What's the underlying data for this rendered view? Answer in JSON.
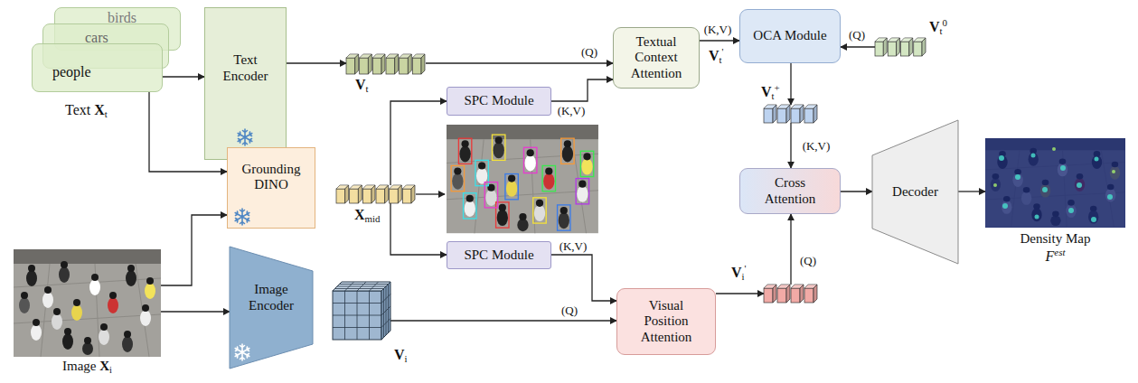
{
  "diagram": {
    "nodes": [
      {
        "text": [
          "birds"
        ]
      },
      {
        "text": [
          "cars"
        ]
      },
      {
        "text": [
          "people"
        ]
      },
      {
        "text": [
          "Text Encoder"
        ]
      },
      {
        "text": [
          "Vt"
        ]
      },
      {
        "text": [
          "SPC Module"
        ]
      },
      {
        "text": [
          "Textual Context Attention"
        ]
      },
      {
        "text": [
          "OCA Module"
        ]
      },
      {
        "text": [
          "Vt0"
        ]
      },
      {
        "text": [
          "Vt+"
        ]
      },
      {
        "text": [
          "Cross Attention"
        ]
      },
      {
        "text": [
          "Decoder"
        ]
      },
      {
        "text": [
          "Density Map",
          "Fest"
        ]
      },
      {
        "text": [
          "Grounding DINO"
        ]
      },
      {
        "text": [
          "Xmid"
        ]
      },
      {
        "text": [
          "SPC Module"
        ]
      },
      {
        "text": [
          "Visual Position Attention"
        ]
      },
      {
        "text": [
          "Vi'"
        ]
      },
      {
        "text": [
          "Image Xi"
        ]
      },
      {
        "text": [
          "Image Encoder"
        ]
      },
      {
        "text": [
          "Vi"
        ]
      }
    ],
    "edges": [
      {
        "from": 2,
        "to": 3,
        "arrow": "to"
      },
      {
        "from": 2,
        "to": 13,
        "arrow": "to"
      },
      {
        "from": 18,
        "to": 13,
        "arrow": "to"
      },
      {
        "from": 18,
        "to": 19,
        "arrow": "to"
      },
      {
        "from": 3,
        "to": 4,
        "arrow": "to"
      },
      {
        "from": 4,
        "to": 6,
        "label": "(Q)",
        "arrow": "to"
      },
      {
        "from": 14,
        "to": 5,
        "arrow": "to"
      },
      {
        "from": 14,
        "to": 15,
        "arrow": "to"
      },
      {
        "from": 5,
        "to": 6,
        "label": "(K,V)",
        "arrow": "to"
      },
      {
        "from": 6,
        "to": 7,
        "label": "(K,V)",
        "arrow": "to"
      },
      {
        "from": 8,
        "to": 7,
        "label": "(Q)",
        "arrow": "to"
      },
      {
        "from": 7,
        "to": 9,
        "arrow": "to"
      },
      {
        "from": 9,
        "to": 10,
        "label": "(K,V)",
        "arrow": "to"
      },
      {
        "from": 20,
        "to": 16,
        "label": "(Q)",
        "arrow": "to"
      },
      {
        "from": 15,
        "to": 16,
        "label": "(K,V)",
        "arrow": "to"
      },
      {
        "from": 16,
        "to": 17,
        "arrow": "to"
      },
      {
        "from": 17,
        "to": 10,
        "label": "(Q)",
        "arrow": "to"
      },
      {
        "from": 10,
        "to": 11,
        "arrow": "to"
      },
      {
        "from": 11,
        "to": 12,
        "arrow": "to"
      }
    ],
    "labels": [
      "Text Xt",
      "Vt'"
    ]
  }
}
